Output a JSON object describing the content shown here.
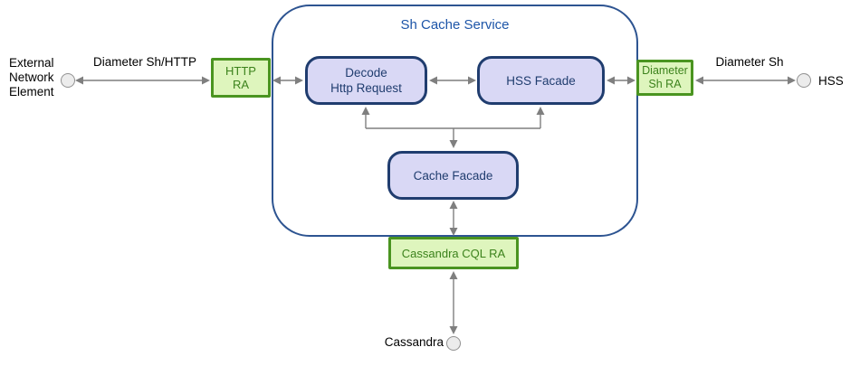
{
  "diagram": {
    "container": {
      "title": "Sh Cache Service"
    },
    "nodes": {
      "external": {
        "label": "External\nNetwork\nElement"
      },
      "http_ra": {
        "label": "HTTP\nRA"
      },
      "decode_http_request": {
        "label": "Decode\nHttp Request"
      },
      "hss_facade": {
        "label": "HSS Facade"
      },
      "cache_facade": {
        "label": "Cache Facade"
      },
      "diameter_sh_ra": {
        "label": "Diameter\nSh RA"
      },
      "cassandra_cql_ra": {
        "label": "Cassandra CQL RA"
      },
      "hss": {
        "label": "HSS"
      },
      "cassandra": {
        "label": "Cassandra"
      }
    },
    "edges": {
      "diameter_sh_http": {
        "label": "Diameter Sh/HTTP"
      },
      "diameter_sh": {
        "label": "Diameter Sh"
      }
    },
    "colors": {
      "container_border": "#2d5491",
      "title_text": "#1d55a8",
      "component_fill": "#d9d8f5",
      "component_border": "#203d6f",
      "component_text": "#203d6f",
      "adapter_fill": "#def5bd",
      "adapter_border": "#4a9420",
      "adapter_text": "#3c821c",
      "connector": "#7f7f7f",
      "port_fill": "#ececec",
      "port_border": "#919191",
      "label_text": "#000000"
    }
  }
}
